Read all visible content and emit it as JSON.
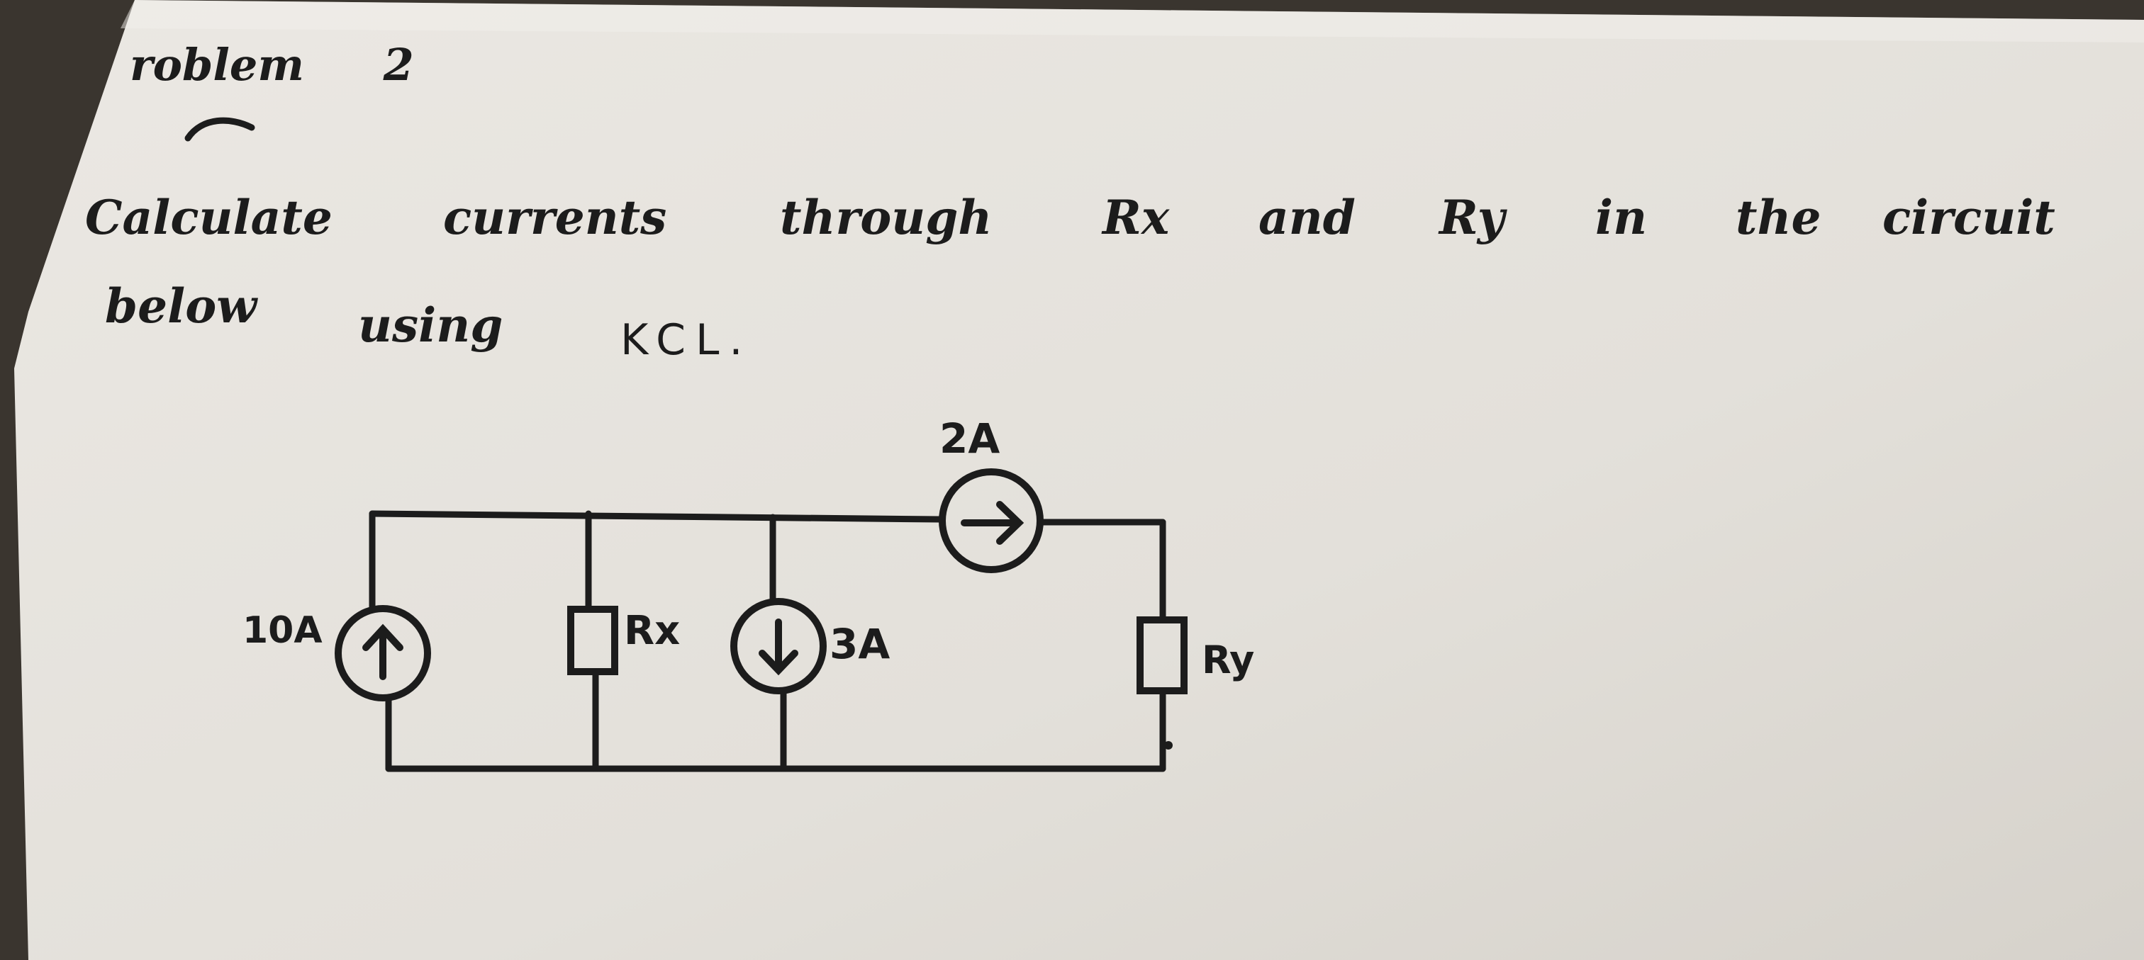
{
  "heading": {
    "label": "roblem",
    "number": "2"
  },
  "question": {
    "words_line1": [
      "Calculate",
      "currents",
      "through",
      "Rx",
      "and",
      "Ry",
      "in",
      "the",
      "circuit"
    ],
    "words_line2": [
      "below",
      "using",
      "KCL."
    ]
  },
  "circuit": {
    "source_top": {
      "value": "2A",
      "direction": "right"
    },
    "source_left": {
      "value": "10A",
      "direction": "up"
    },
    "source_middle": {
      "value": "3A",
      "direction": "down"
    },
    "resistor_x": {
      "label": "Rx"
    },
    "resistor_y": {
      "label": "Ry"
    }
  },
  "colors": {
    "paper": "#e4e1dc",
    "ink": "#1c1c1c",
    "background": "#3a352f"
  }
}
